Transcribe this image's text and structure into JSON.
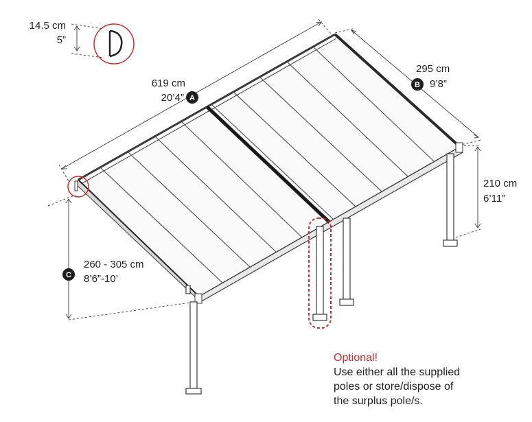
{
  "colors": {
    "accent_red": "#d9262a",
    "line": "#3a3a3a",
    "badge": "#1f1f1f"
  },
  "profile_height": {
    "metric": "14.5 cm",
    "imperial": "5”"
  },
  "dim_A": {
    "badge": "A",
    "metric": "619 cm",
    "imperial": "20’4”"
  },
  "dim_B": {
    "badge": "B",
    "metric": "295 cm",
    "imperial": "9’8”"
  },
  "dim_post": {
    "metric": "210 cm",
    "imperial": "6’11”"
  },
  "dim_C": {
    "badge": "C",
    "metric": "260 - 305 cm",
    "imperial": "8’6”-10’"
  },
  "note": {
    "title": "Optional!",
    "lines": [
      "Use either all the supplied",
      "poles or store/dispose of",
      "the surplus pole/s."
    ]
  }
}
